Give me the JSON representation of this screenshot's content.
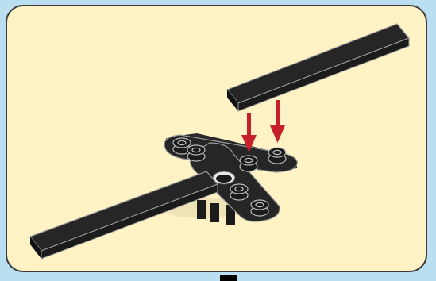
{
  "colors": {
    "page_background": "#b9dff0",
    "panel_background": "#fff3c5",
    "panel_border": "#3a3a3a",
    "brick_dark": "#1b1b1b",
    "brick_top": "#2a2a2a",
    "brick_edge": "#9a9a9a",
    "arrow": "#c8202a"
  },
  "illustration": {
    "description_icons": [
      "tile-2x12-piece",
      "tile-1x12-piece",
      "plate-cross-piece",
      "arrow-down-icon"
    ]
  }
}
